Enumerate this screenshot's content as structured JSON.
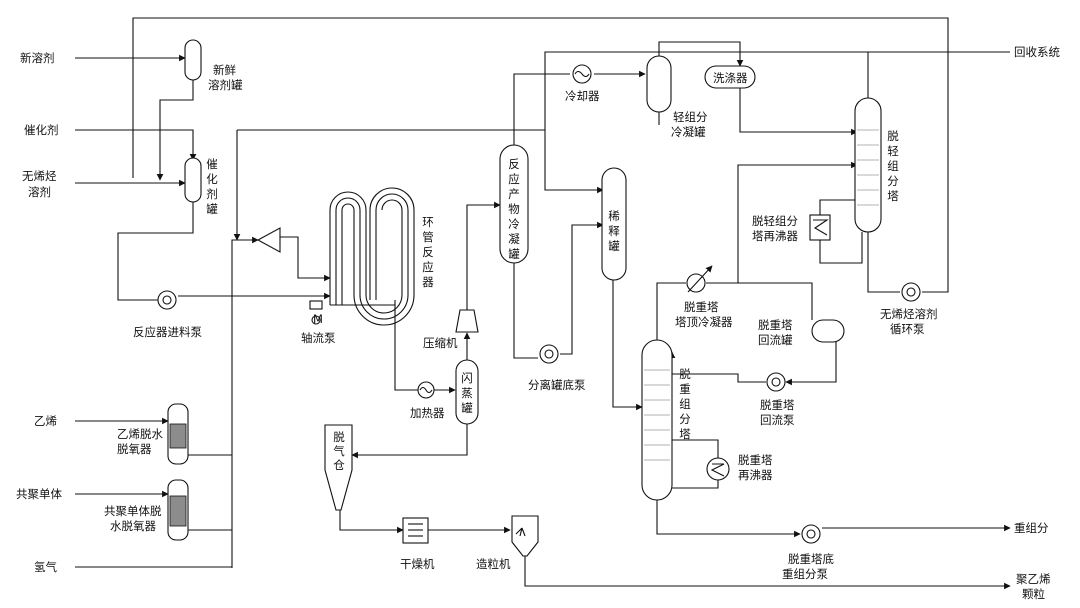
{
  "inputs": {
    "new_solvent": "新溶剂",
    "catalyst": "催化剂",
    "olefin_free_solvent": [
      "无烯烃",
      "溶剂"
    ],
    "ethylene": "乙烯",
    "comonomer": "共聚单体",
    "hydrogen": "氢气"
  },
  "outputs": {
    "recovery_system": "回收系统",
    "heavy_fraction": "重组分",
    "pe_pellets": [
      "聚乙烯",
      "颗粒"
    ]
  },
  "equipment": {
    "fresh_solvent_tank": [
      "新鲜",
      "溶剂罐"
    ],
    "catalyst_tank": [
      "催",
      "化",
      "剂",
      "罐"
    ],
    "reactor_feed_pump": "反应器进料泵",
    "loop_reactor": [
      "环",
      "管",
      "反",
      "应",
      "器"
    ],
    "axial_pump": "轴流泵",
    "compressor": "压缩机",
    "heater": "加热器",
    "flash_tank": [
      "闪",
      "蒸",
      "罐"
    ],
    "product_condenser": [
      "反",
      "应",
      "产",
      "物",
      "冷",
      "凝",
      "罐"
    ],
    "separator_bottom_pump": "分离罐底泵",
    "cooler": "冷却器",
    "light_condenser": [
      "轻组分",
      "冷凝罐"
    ],
    "washer": "洗涤器",
    "dilution_tank": [
      "稀",
      "释",
      "罐"
    ],
    "delight_column": [
      "脱",
      "轻",
      "组",
      "分",
      "塔"
    ],
    "delight_reboiler": [
      "脱轻组分",
      "塔再沸器"
    ],
    "solvent_circ_pump": [
      "无烯烃溶剂",
      "循环泵"
    ],
    "heavy_top_condenser": [
      "脱重塔",
      "塔顶冷凝器"
    ],
    "heavy_reflux_tank": [
      "脱重塔",
      "回流罐"
    ],
    "heavy_reflux_pump": [
      "脱重塔",
      "回流泵"
    ],
    "deheavy_column": [
      "脱",
      "重",
      "组",
      "分",
      "塔"
    ],
    "heavy_reboiler": [
      "脱重塔",
      "再沸器"
    ],
    "heavy_bottom_pump": [
      "脱重塔底",
      "重组分泵"
    ],
    "ethylene_dryer": [
      "乙烯脱水",
      "脱氧器"
    ],
    "comonomer_dryer": [
      "共聚单体脱",
      "水脱氧器"
    ],
    "degas_bin": [
      "脱",
      "气",
      "仓"
    ],
    "dryer": "干燥机",
    "pelletizer": "造粒机"
  },
  "icons": {
    "motor_symbol": "M"
  }
}
